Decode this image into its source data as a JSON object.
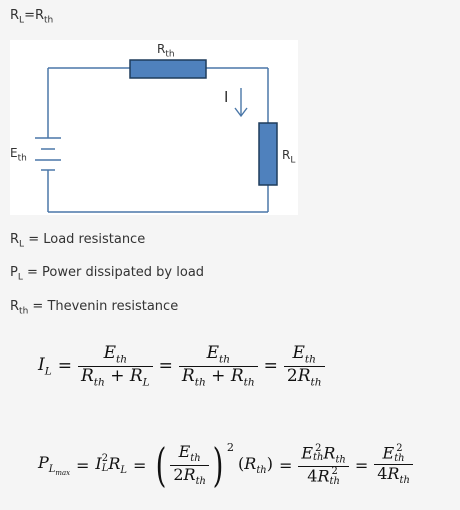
{
  "heading": {
    "base": "R",
    "sub": "L",
    "rest": "=R",
    "rest_sub": "th"
  },
  "circuit": {
    "top_resistor_label": {
      "base": "R",
      "sub": "th"
    },
    "right_resistor_label": {
      "base": "R",
      "sub": "L"
    },
    "battery_label": {
      "base": "E",
      "sub": "th"
    },
    "current_label": "I",
    "colors": {
      "wire": "#4a77a8",
      "resistor_fill": "#4f81bd",
      "resistor_stroke": "#1f3c5c"
    }
  },
  "definitions": [
    {
      "base": "R",
      "sub": "L",
      "text": " = Load resistance"
    },
    {
      "base": "P",
      "sub": "L",
      "text": " = Power dissipated by load"
    },
    {
      "base": "R",
      "sub": "th",
      "text": " = Thevenin resistance"
    }
  ],
  "equation1": {
    "lhs": {
      "base": "I",
      "sub": "L"
    },
    "eq": "=",
    "frac1": {
      "num": {
        "base": "E",
        "sub": "th"
      },
      "den": {
        "a": "R",
        "a_sub": "th",
        "plus": "+",
        "b": "R",
        "b_sub": "L"
      }
    },
    "frac2": {
      "num": {
        "base": "E",
        "sub": "th"
      },
      "den": {
        "a": "R",
        "a_sub": "th",
        "plus": "+",
        "b": "R",
        "b_sub": "th"
      }
    },
    "frac3": {
      "num": {
        "base": "E",
        "sub": "th"
      },
      "den": {
        "coef": "2",
        "a": "R",
        "a_sub": "th"
      }
    }
  },
  "equation2": {
    "lhs": {
      "base": "P",
      "sub": "L",
      "subsub": "max"
    },
    "eq": "=",
    "term1": {
      "base": "I",
      "sup": "2",
      "sub": "L",
      "b": "R",
      "b_sub": "L"
    },
    "frac_paren": {
      "num": {
        "base": "E",
        "sub": "th"
      },
      "den": {
        "coef": "2",
        "a": "R",
        "a_sub": "th"
      },
      "sup": "2"
    },
    "term2": {
      "open": "(",
      "base": "R",
      "sub": "th",
      "close": ")"
    },
    "frac2": {
      "num": {
        "a": "E",
        "a_sup": "2",
        "a_sub": "th",
        "b": "R",
        "b_sub": "th"
      },
      "den": {
        "coef": "4",
        "a": "R",
        "a_sup": "2",
        "a_sub": "th"
      }
    },
    "frac3": {
      "num": {
        "a": "E",
        "a_sup": "2",
        "a_sub": "th"
      },
      "den": {
        "coef": "4",
        "a": "R",
        "a_sub": "th"
      }
    }
  }
}
